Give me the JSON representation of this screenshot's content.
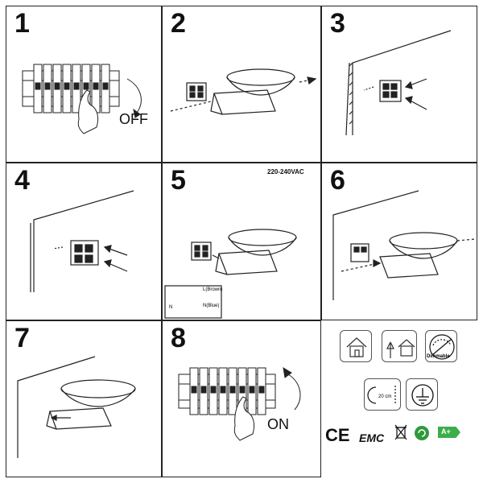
{
  "steps": [
    {
      "number": "1",
      "label": "OFF"
    },
    {
      "number": "2"
    },
    {
      "number": "3"
    },
    {
      "number": "4"
    },
    {
      "number": "5",
      "voltage": "220-240VAC",
      "wiring": [
        "L(Brown)",
        "N(Blue)",
        "N"
      ]
    },
    {
      "number": "6"
    },
    {
      "number": "7"
    },
    {
      "number": "8",
      "label": "ON"
    }
  ],
  "icons": {
    "dimmable_label": "Dimmable",
    "distance_label": "20 cm",
    "certs": {
      "ce": "CE",
      "emc": "EMC",
      "energy": "A+"
    }
  },
  "colors": {
    "line": "#222222",
    "green": "#2e9a3a",
    "energy_green": "#3cae49"
  }
}
